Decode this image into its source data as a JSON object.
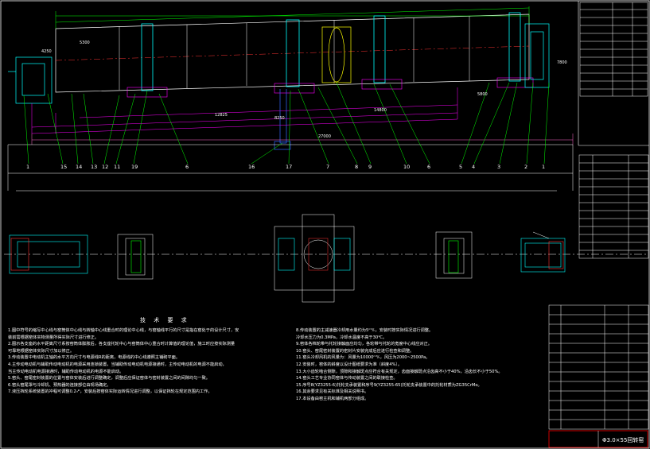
{
  "drawing": {
    "title": "Φ3.0×55回转窑",
    "notes_title": "技 术 要 求",
    "callouts": [
      "1",
      "15",
      "14",
      "13",
      "12",
      "11",
      "19",
      "6",
      "16",
      "17",
      "7",
      "8",
      "9",
      "10",
      "6",
      "5",
      "4",
      "3",
      "2",
      "1"
    ],
    "dims": {
      "d1": "4250",
      "d2": "5300",
      "d3": "8250",
      "d4": "12825",
      "d5": "14800",
      "d6": "5800",
      "d7": "27000",
      "d8": "7800"
    }
  },
  "notes": {
    "left": [
      "1.图中符号的缩写中心线与窑筒体中心线与转轴中心线重合时的理论中心线，与窑轴线平行的尺寸是指在窑处于的设计尺寸，安",
      "   装前需根据窑体实物测量所得实际尺寸进行修正。",
      "2.图示各支座的水平距离尺寸系按窑筒体膨胀后，各支座托轮中心与窑筒体中心重合时计算值的理论值，施工时应按实际测量",
      "   可靠地根据窑体实际尺寸加以修正。",
      "3.传动装置中电动机主轴的水平方向尺寸与电源线R的距离，电源线的中心线遵照主铺砌平面。",
      "4.主传动电动机与辅助传动电动机的电源采用连锁装置，当辅助传动电动机电源接通时，主传动电动机的电源不能启动，",
      "   当主传动电动机电源接通时，辅助传动电动机的电源不能启动。",
      "5.窑头、窑尾密封装置的位置与窑体安装后进行调整确定，调整后应保证窑体与密封装置之间的间隙均匀一致。",
      "6.窑头窑尾罩与冷却机、预热器的连接部位由现场确定。",
      "7.液压挡轮系统装置的冲程可调整0.2·⁄ᵇ，安装后按窑体实际运转情况进行调整，以保证挡轮在规定范围内工作。"
    ],
    "right": [
      "8.传动装置的主减速器冷却用水量约为5ᵐ³⁄ₕ，安装时按实际情况进行调整。",
      "   冷却水压力为0.3MPa，冷却水温度不高于30℃。",
      "9.窑体各档轮带与托轮接触面应均匀，各轮带与托轮的宽度中心线应对正。",
      "10.窑头、窑尾密封装置的密封片安装完成后应进行检查和调整。",
      "11.窑头冷却风机的风量为：风量为10000ᵐ³⁄ₕ，风压为2000~2500Pa。",
      "12.安装时，窑体的斜度以设计图纸要求为准（斜度4%）。",
      "13.大小齿轮啮合侧隙，顶隙和接触斑点应符合有关规定，齿面接触斑点沿齿高不小于40%，沿齿长不小于50%。",
      "14.窑头工艺专业协同窑体与传动装置之间的联接检查。",
      "15.序号8(YZ3255-6)托轮支承装置和序号9(YZ3255-65)托轮支承装置中的托轮材质为ZG35CrMo。",
      "16.其余要求见有关标准及相关说明书。",
      "17.本设备由窑主机和辅机两部分组成。"
    ]
  }
}
